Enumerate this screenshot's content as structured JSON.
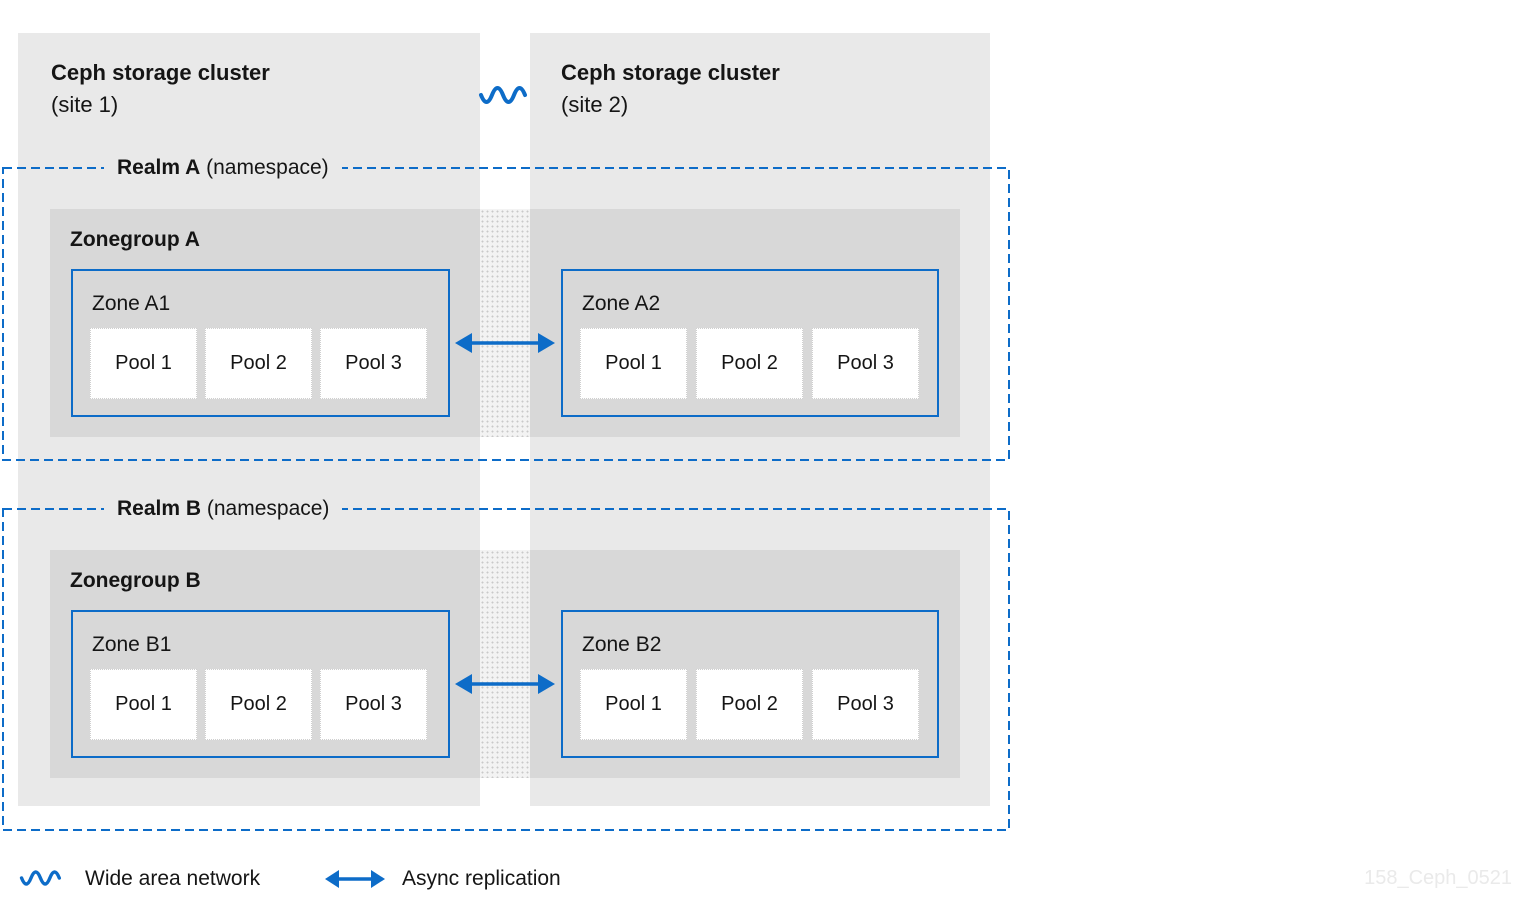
{
  "sites": [
    {
      "title": "Ceph storage cluster",
      "subtitle": "(site 1)"
    },
    {
      "title": "Ceph storage cluster",
      "subtitle": "(site 2)"
    }
  ],
  "realms": [
    {
      "name": "Realm A",
      "suffix": "(namespace)",
      "zonegroup": {
        "label": "Zonegroup A",
        "zones": [
          {
            "label": "Zone A1",
            "pools": [
              "Pool 1",
              "Pool 2",
              "Pool 3"
            ]
          },
          {
            "label": "Zone A2",
            "pools": [
              "Pool 1",
              "Pool 2",
              "Pool 3"
            ]
          }
        ]
      }
    },
    {
      "name": "Realm B",
      "suffix": "(namespace)",
      "zonegroup": {
        "label": "Zonegroup B",
        "zones": [
          {
            "label": "Zone B1",
            "pools": [
              "Pool 1",
              "Pool 2",
              "Pool 3"
            ]
          },
          {
            "label": "Zone B2",
            "pools": [
              "Pool 1",
              "Pool 2",
              "Pool 3"
            ]
          }
        ]
      }
    }
  ],
  "legend": {
    "wan_label": "Wide area network",
    "async_label": "Async replication"
  },
  "watermark": "158_Ceph_0521",
  "icons": {
    "wan": "wave-squiggle",
    "replication": "double-headed-arrow"
  },
  "colors": {
    "accent_blue": "#0d6cc8",
    "site_column_gray": "#e9e9e9",
    "zonegroup_gray": "#d8d8d8",
    "gap_dot_bg": "#f3f3f3",
    "gap_dot": "#c9c9c9",
    "text": "#151515",
    "watermark_text": "#eaeaea",
    "pool_bg": "#ffffff"
  }
}
